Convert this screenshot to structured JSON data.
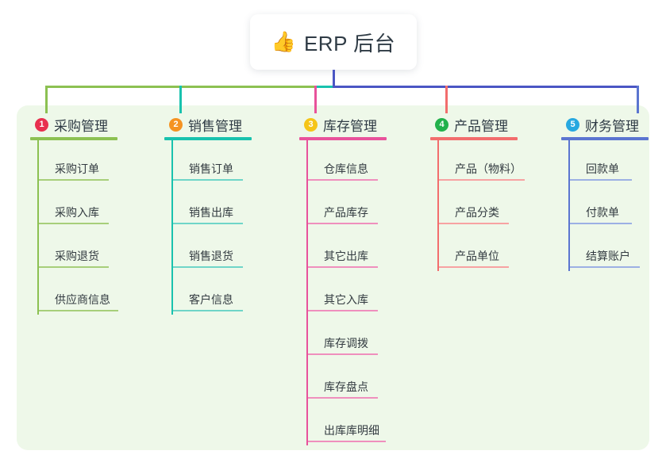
{
  "root": {
    "icon": "thumbs-up-icon",
    "emoji": "👍",
    "title": "ERP 后台"
  },
  "colors": {
    "panel_bg": "#eef8e9",
    "root_trunk": "#4b56c4",
    "branch_purchasing": "#8cc152",
    "branch_sales": "#19c2ae",
    "branch_inventory": "#e8529b",
    "branch_product": "#f26d6d",
    "branch_finance": "#5b75d0",
    "badge_1": "#e8304f",
    "badge_2": "#f59322",
    "badge_3": "#f5c518",
    "badge_4": "#22b14c",
    "badge_5": "#27a8e0"
  },
  "columns": [
    {
      "index": "1",
      "badge_color": "#e8304f",
      "line_color": "#8cc152",
      "title": "采购管理",
      "items": [
        {
          "label": "采购订单"
        },
        {
          "label": "采购入库"
        },
        {
          "label": "采购退货"
        },
        {
          "label": "供应商信息"
        }
      ]
    },
    {
      "index": "2",
      "badge_color": "#f59322",
      "line_color": "#19c2ae",
      "title": "销售管理",
      "items": [
        {
          "label": "销售订单"
        },
        {
          "label": "销售出库"
        },
        {
          "label": "销售退货"
        },
        {
          "label": "客户信息"
        }
      ]
    },
    {
      "index": "3",
      "badge_color": "#f5c518",
      "line_color": "#e8529b",
      "title": "库存管理",
      "items": [
        {
          "label": "仓库信息"
        },
        {
          "label": "产品库存"
        },
        {
          "label": "其它出库"
        },
        {
          "label": "其它入库"
        },
        {
          "label": "库存调拨"
        },
        {
          "label": "库存盘点"
        },
        {
          "label": "出库库明细"
        }
      ]
    },
    {
      "index": "4",
      "badge_color": "#22b14c",
      "line_color": "#f26d6d",
      "title": "产品管理",
      "items": [
        {
          "label": "产品（物料）"
        },
        {
          "label": "产品分类"
        },
        {
          "label": "产品单位"
        }
      ]
    },
    {
      "index": "5",
      "badge_color": "#27a8e0",
      "line_color": "#5b75d0",
      "title": "财务管理",
      "items": [
        {
          "label": "回款单"
        },
        {
          "label": "付款单"
        },
        {
          "label": "结算账户"
        }
      ]
    }
  ]
}
